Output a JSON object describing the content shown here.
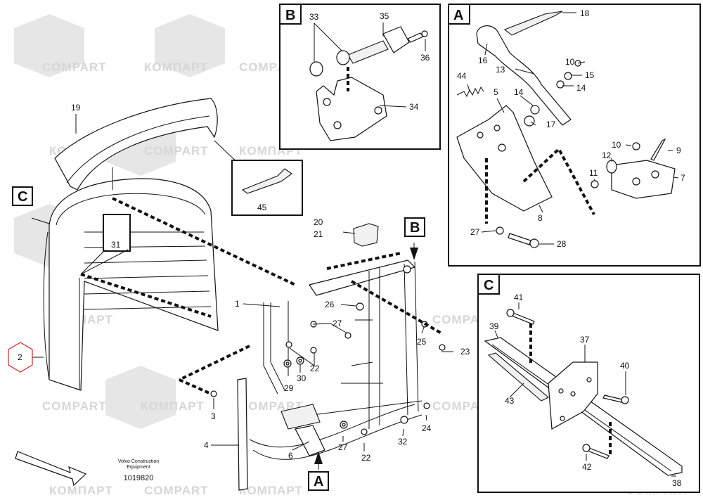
{
  "watermark": {
    "latin": "COMPART",
    "cyrillic": "КОМПАРТ"
  },
  "caption": {
    "line1": "Volvo Construction",
    "line2": "Equipment",
    "code": "1019820"
  },
  "detail_letters": {
    "a": "A",
    "b": "B",
    "c": "C"
  },
  "main_labels": {
    "n19": "19",
    "n45": "45",
    "n31": "31",
    "n2": "2",
    "n1": "1",
    "n20": "20",
    "n21": "21",
    "n26": "26",
    "n27a": "27",
    "n25": "25",
    "n23": "23",
    "n22a": "22",
    "n29": "29",
    "n30": "30",
    "n3": "3",
    "n4": "4",
    "n6": "6",
    "n27b": "27",
    "n22b": "22",
    "n32": "32",
    "n24": "24"
  },
  "detail_b_labels": {
    "n33": "33",
    "n35": "35",
    "n36": "36",
    "n34": "34"
  },
  "detail_a_labels": {
    "n18": "18",
    "n16": "16",
    "n13": "13",
    "n44": "44",
    "n10a": "10",
    "n15": "15",
    "n14a": "14",
    "n5": "5",
    "n14b": "14",
    "n17": "17",
    "n10b": "10",
    "n9": "9",
    "n12": "12",
    "n11": "11",
    "n7": "7",
    "n8": "8",
    "n27": "27",
    "n28": "28"
  },
  "detail_c_labels": {
    "n41": "41",
    "n39": "39",
    "n37": "37",
    "n40": "40",
    "n43": "43",
    "n42": "42",
    "n38": "38"
  }
}
